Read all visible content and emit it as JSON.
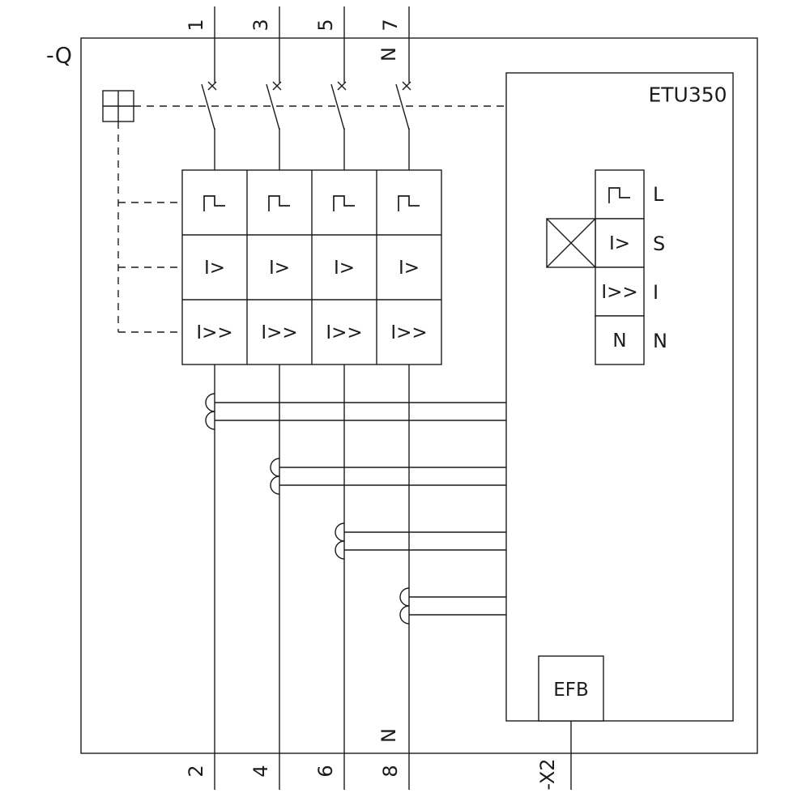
{
  "colors": {
    "line": "#1c1c1c",
    "background": "#ffffff"
  },
  "labels": {
    "breaker": "-Q"
  },
  "terminals": {
    "top": [
      "1",
      "3",
      "5",
      "7"
    ],
    "top_n": "N",
    "bottom": [
      "2",
      "4",
      "6",
      "8"
    ],
    "bottom_n": "N",
    "aux": "-X2"
  },
  "trip_grid": {
    "overcurrent": [
      "I>",
      "I>",
      "I>",
      "I>"
    ],
    "short_circuit": [
      "I>>",
      "I>>",
      "I>>",
      "I>>"
    ]
  },
  "etu": {
    "name": "ETU350",
    "cells": [
      "",
      "I>",
      "I>>",
      "N"
    ],
    "labels": [
      "L",
      "S",
      "I",
      "N"
    ],
    "efb": "EFB"
  },
  "icons": {
    "long_time_curve": "step-curve",
    "current_sensor": "double-arc-coil",
    "ground_fault_sensor": "crossed-box",
    "mechanism": "quartered-square",
    "contact": "x-cross"
  }
}
